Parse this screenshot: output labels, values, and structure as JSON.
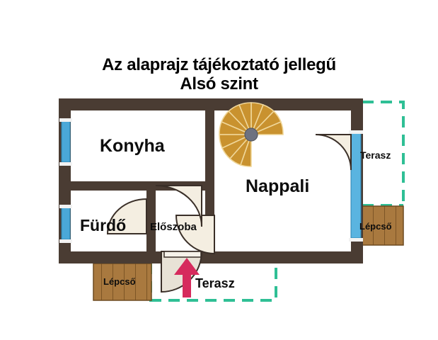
{
  "title": {
    "line1": "Az alaprajz tájékoztató jellegű",
    "line2": "Alsó szint"
  },
  "rooms": [
    {
      "id": "konyha",
      "label": "Konyha"
    },
    {
      "id": "nappali",
      "label": "Nappali"
    },
    {
      "id": "furdo",
      "label": "Fürdő"
    },
    {
      "id": "eloszoba",
      "label": "Előszoba"
    }
  ],
  "outdoor": {
    "terrace_right": "Terasz",
    "terrace_bottom": "Terasz",
    "stairs_right": "Lépcső",
    "stairs_bottom": "Lépcső"
  },
  "icons": {
    "spiral_staircase": "spiral-staircase-icon",
    "entrance_arrow": "entrance-arrow-icon",
    "window": "window-icon",
    "door_swing": "door-swing-icon"
  },
  "colors": {
    "wall": "#4a3c33",
    "window_glass": "#4aa8d8",
    "door_fill": "#f4eee1",
    "stair_tread": "#c9922f",
    "stair_hub": "#6e7280",
    "wood_deck": "#a9793f",
    "terrace_outline": "#2fbf95",
    "entrance_arrow": "#d62b5d",
    "text": "#0d0d0d",
    "background": "#ffffff"
  }
}
